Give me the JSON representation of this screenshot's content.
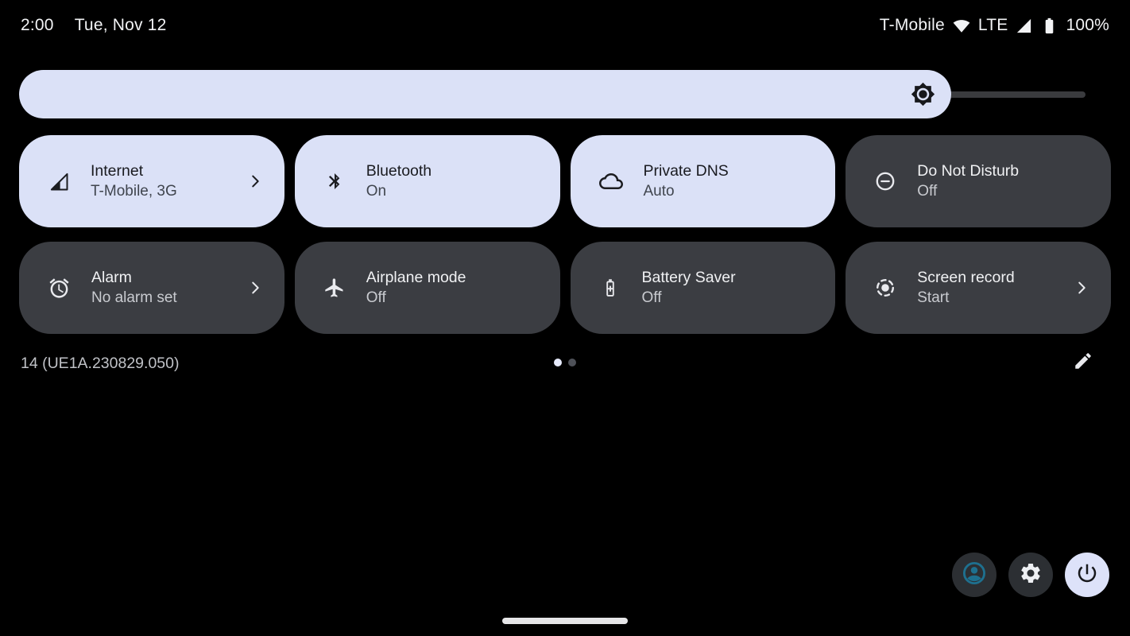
{
  "status_bar": {
    "time": "2:00",
    "date": "Tue, Nov 12",
    "carrier": "T-Mobile",
    "network_type": "LTE",
    "battery_level": "100%"
  },
  "brightness": {
    "fill_percent": 87
  },
  "quick_settings": {
    "tiles": [
      {
        "title": "Internet",
        "subtitle": "T-Mobile, 3G",
        "state": "active",
        "icon": "cellular-signal-icon",
        "chevron": true
      },
      {
        "title": "Bluetooth",
        "subtitle": "On",
        "state": "active",
        "icon": "bluetooth-icon",
        "chevron": false
      },
      {
        "title": "Private DNS",
        "subtitle": "Auto",
        "state": "active",
        "icon": "cloud-icon",
        "chevron": false
      },
      {
        "title": "Do Not Disturb",
        "subtitle": "Off",
        "state": "inactive",
        "icon": "do-not-disturb-icon",
        "chevron": false
      },
      {
        "title": "Alarm",
        "subtitle": "No alarm set",
        "state": "inactive",
        "icon": "alarm-clock-icon",
        "chevron": true
      },
      {
        "title": "Airplane mode",
        "subtitle": "Off",
        "state": "inactive",
        "icon": "airplane-icon",
        "chevron": false
      },
      {
        "title": "Battery Saver",
        "subtitle": "Off",
        "state": "inactive",
        "icon": "battery-saver-icon",
        "chevron": false
      },
      {
        "title": "Screen record",
        "subtitle": "Start",
        "state": "inactive",
        "icon": "screen-record-icon",
        "chevron": true
      }
    ]
  },
  "footer": {
    "build_number": "14 (UE1A.230829.050)",
    "page_count": 2,
    "active_page": 1
  },
  "colors": {
    "background": "#000000",
    "tile_active_bg": "#dbe1f7",
    "tile_inactive_bg": "#3b3d42",
    "slider_fill": "#dbe1f7",
    "slider_track": "#3a3b3e",
    "user_icon_accent": "#1e708f",
    "power_button_bg": "#dde2f9"
  }
}
